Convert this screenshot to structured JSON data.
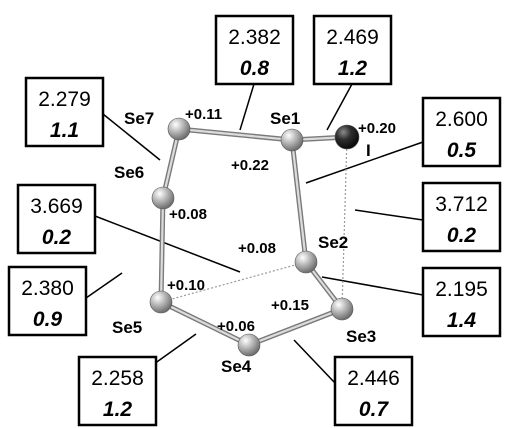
{
  "atoms": [
    {
      "id": "Se1",
      "label": "Se1",
      "charge": "+0.22",
      "color": "#b8b8b8"
    },
    {
      "id": "Se2",
      "label": "Se2",
      "charge": "+0.08",
      "color": "#b8b8b8"
    },
    {
      "id": "Se3",
      "label": "Se3",
      "charge": "+0.15",
      "color": "#b8b8b8"
    },
    {
      "id": "Se4",
      "label": "Se4",
      "charge": "+0.06",
      "color": "#b8b8b8"
    },
    {
      "id": "Se5",
      "label": "Se5",
      "charge": "+0.10",
      "color": "#b8b8b8"
    },
    {
      "id": "Se6",
      "label": "Se6",
      "charge": "+0.08",
      "color": "#b8b8b8"
    },
    {
      "id": "Se7",
      "label": "Se7",
      "charge": "+0.11",
      "color": "#b8b8b8"
    },
    {
      "id": "I",
      "label": "I",
      "charge": "+0.20",
      "color": "#333333"
    }
  ],
  "bonds": [
    {
      "from": "Se7",
      "to": "Se1",
      "style": "solid"
    },
    {
      "from": "Se1",
      "to": "I",
      "style": "solid"
    },
    {
      "from": "Se1",
      "to": "Se2",
      "style": "solid"
    },
    {
      "from": "Se2",
      "to": "Se3",
      "style": "solid"
    },
    {
      "from": "Se3",
      "to": "Se4",
      "style": "solid"
    },
    {
      "from": "Se4",
      "to": "Se5",
      "style": "solid"
    },
    {
      "from": "Se5",
      "to": "Se6",
      "style": "solid"
    },
    {
      "from": "Se6",
      "to": "Se7",
      "style": "solid"
    },
    {
      "from": "Se5",
      "to": "Se2",
      "style": "dotted"
    },
    {
      "from": "I",
      "to": "Se3",
      "style": "dotted"
    }
  ],
  "boxes": [
    {
      "id": "se7-se1",
      "distance": "2.382",
      "value": "0.8"
    },
    {
      "id": "se1-i",
      "distance": "2.469",
      "value": "1.2"
    },
    {
      "id": "se6-se7",
      "distance": "2.279",
      "value": "1.1"
    },
    {
      "id": "se1-se2",
      "distance": "2.600",
      "value": "0.5"
    },
    {
      "id": "se5-se2",
      "distance": "3.669",
      "value": "0.2"
    },
    {
      "id": "i-se3",
      "distance": "3.712",
      "value": "0.2"
    },
    {
      "id": "se5-se6",
      "distance": "2.380",
      "value": "0.9"
    },
    {
      "id": "se2-se3",
      "distance": "2.195",
      "value": "1.4"
    },
    {
      "id": "se4-se5",
      "distance": "2.258",
      "value": "1.2"
    },
    {
      "id": "se3-se4",
      "distance": "2.446",
      "value": "0.7"
    }
  ]
}
